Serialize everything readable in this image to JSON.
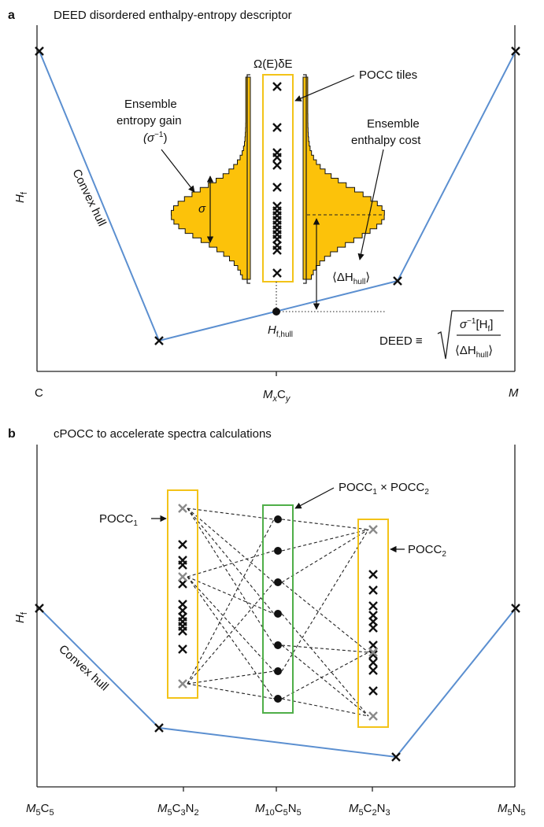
{
  "panel_a": {
    "letter": "a",
    "title": "DEED disordered enthalpy-entropy descriptor",
    "y_axis_label": "H",
    "y_axis_sub": "f",
    "x_labels": {
      "left": "C",
      "right": "M",
      "mid_main": "M",
      "mid_sub1": "x",
      "mid_c": "C",
      "mid_sub2": "y"
    },
    "hull_label": "Convex hull",
    "dos_label": "Ω(E)δE",
    "pocc_tiles_label": "POCC tiles",
    "entropy_gain_l1": "Ensemble",
    "entropy_gain_l2": "entropy gain",
    "entropy_gain_l3": "(σ",
    "entropy_gain_sup": "−1",
    "entropy_gain_l3b": ")",
    "sigma_label": "σ",
    "enthalpy_cost_l1": "Ensemble",
    "enthalpy_cost_l2": "enthalpy cost",
    "dh_hull": "⟨ΔH",
    "dh_hull_sub": "hull",
    "dh_hull_close": "⟩",
    "hf_hull": "H",
    "hf_hull_sub": "f,hull",
    "deed": "DEED ≡",
    "deed_num": "σ",
    "deed_num_sup": "−1",
    "deed_num_rest": "[H",
    "deed_num_sub": "f",
    "deed_num_close": "]",
    "deed_den": "⟨ΔH",
    "deed_den_sub": "hull",
    "deed_den_close": "⟩"
  },
  "panel_b": {
    "letter": "b",
    "title": "cPOCC to accelerate spectra calculations",
    "y_axis_label": "H",
    "y_axis_sub": "f",
    "hull_label": "Convex hull",
    "pocc1": "POCC",
    "pocc1_sub": "1",
    "pocc2": "POCC",
    "pocc2_sub": "2",
    "product_a": "POCC",
    "product_a_sub": "1",
    "product_mid": " × POCC",
    "product_b_sub": "2",
    "x_labels": [
      {
        "main": "M",
        "s1": "5",
        "c": "C",
        "s2": "5",
        "n": "",
        "s3": ""
      },
      {
        "main": "M",
        "s1": "5",
        "c": "C",
        "s2": "3",
        "n": "N",
        "s3": "2"
      },
      {
        "main": "M",
        "s1": "10",
        "c": "C",
        "s2": "5",
        "n": "N",
        "s3": "5"
      },
      {
        "main": "M",
        "s1": "5",
        "c": "C",
        "s2": "2",
        "n": "N",
        "s3": "3"
      },
      {
        "main": "M",
        "s1": "5",
        "c": "",
        "s2": "",
        "n": "N",
        "s3": "5"
      }
    ]
  },
  "colors": {
    "hull": "#5b8fd0",
    "pocc_box": "#f3c318",
    "product_box": "#4fae48",
    "dos_fill": "#fcc20a",
    "grey_marker": "#8a8a8a"
  }
}
